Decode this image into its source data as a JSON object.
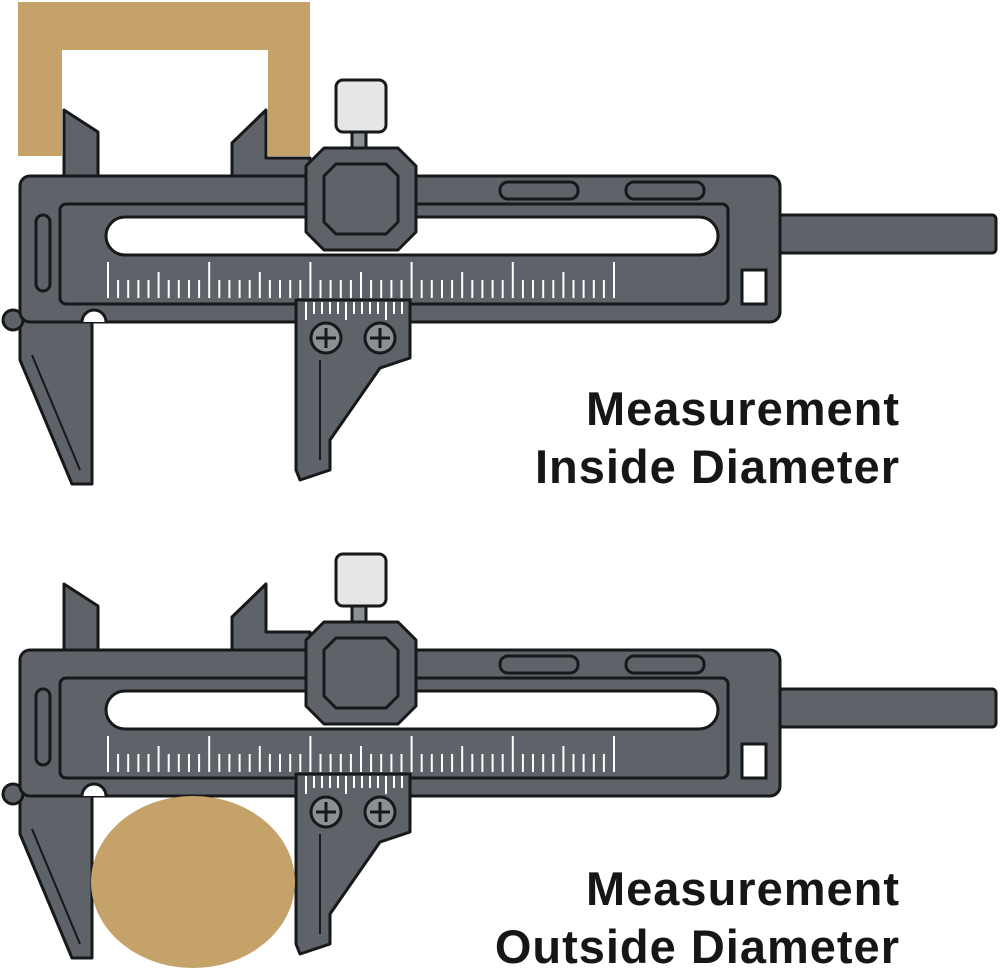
{
  "colors": {
    "body": "#5d6368",
    "outline": "#16181a",
    "scale_marks": "#ffffff",
    "slot": "#ffffff",
    "workpiece": "#c4a269",
    "thumb_knob": "#e6e6e6",
    "screw": "#8b9095"
  },
  "icons": [
    "caliper-icon",
    "screw-icon",
    "thumb-wheel-icon"
  ],
  "panels": [
    {
      "mode": "inside",
      "workpiece": "hollow-bracket",
      "caption_line1": "Measurement",
      "caption_line2": "Inside Diameter"
    },
    {
      "mode": "outside",
      "workpiece": "solid-round",
      "caption_line1": "Measurement",
      "caption_line2": "Outside Diameter"
    }
  ]
}
